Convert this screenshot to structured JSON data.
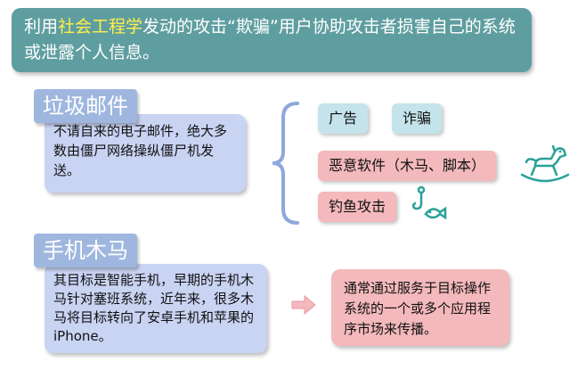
{
  "header": {
    "text_before": "利用",
    "highlight": "社会工程学",
    "text_after": "发动的攻击“欺骗”用户协助攻击者损害自己的系统或泄露个人信息。",
    "highlight_color": "#ffef4a"
  },
  "spam": {
    "title": "垃圾邮件",
    "description": "不请自来的电子邮件，绝大多数由僵尸网络操纵僵尸机发送。",
    "types": [
      {
        "label": "广告",
        "style": "blue"
      },
      {
        "label": "诈骗",
        "style": "blue"
      },
      {
        "label": "恶意软件（木马、脚本）",
        "style": "pink"
      },
      {
        "label": "钓鱼攻击",
        "style": "pink"
      }
    ],
    "icons": [
      "rocking-horse-icon",
      "fishing-hook-icon"
    ]
  },
  "mobile": {
    "title": "手机木马",
    "description": "其目标是智能手机，早期的手机木马针对塞班系统，近年来，很多木马将目标转向了安卓手机和苹果的iPhone。",
    "spread": "通常通过服务于目标操作系统的一个或多个应用程序市场来传播。"
  },
  "colors": {
    "header_bg": "#5f9ea0",
    "tag_bg": "#9fb7df",
    "card_bg": "#c9d3f2",
    "pill_blue": "#c5e3ea",
    "pill_pink": "#f4b9bc",
    "accent_teal": "#2aa198"
  }
}
